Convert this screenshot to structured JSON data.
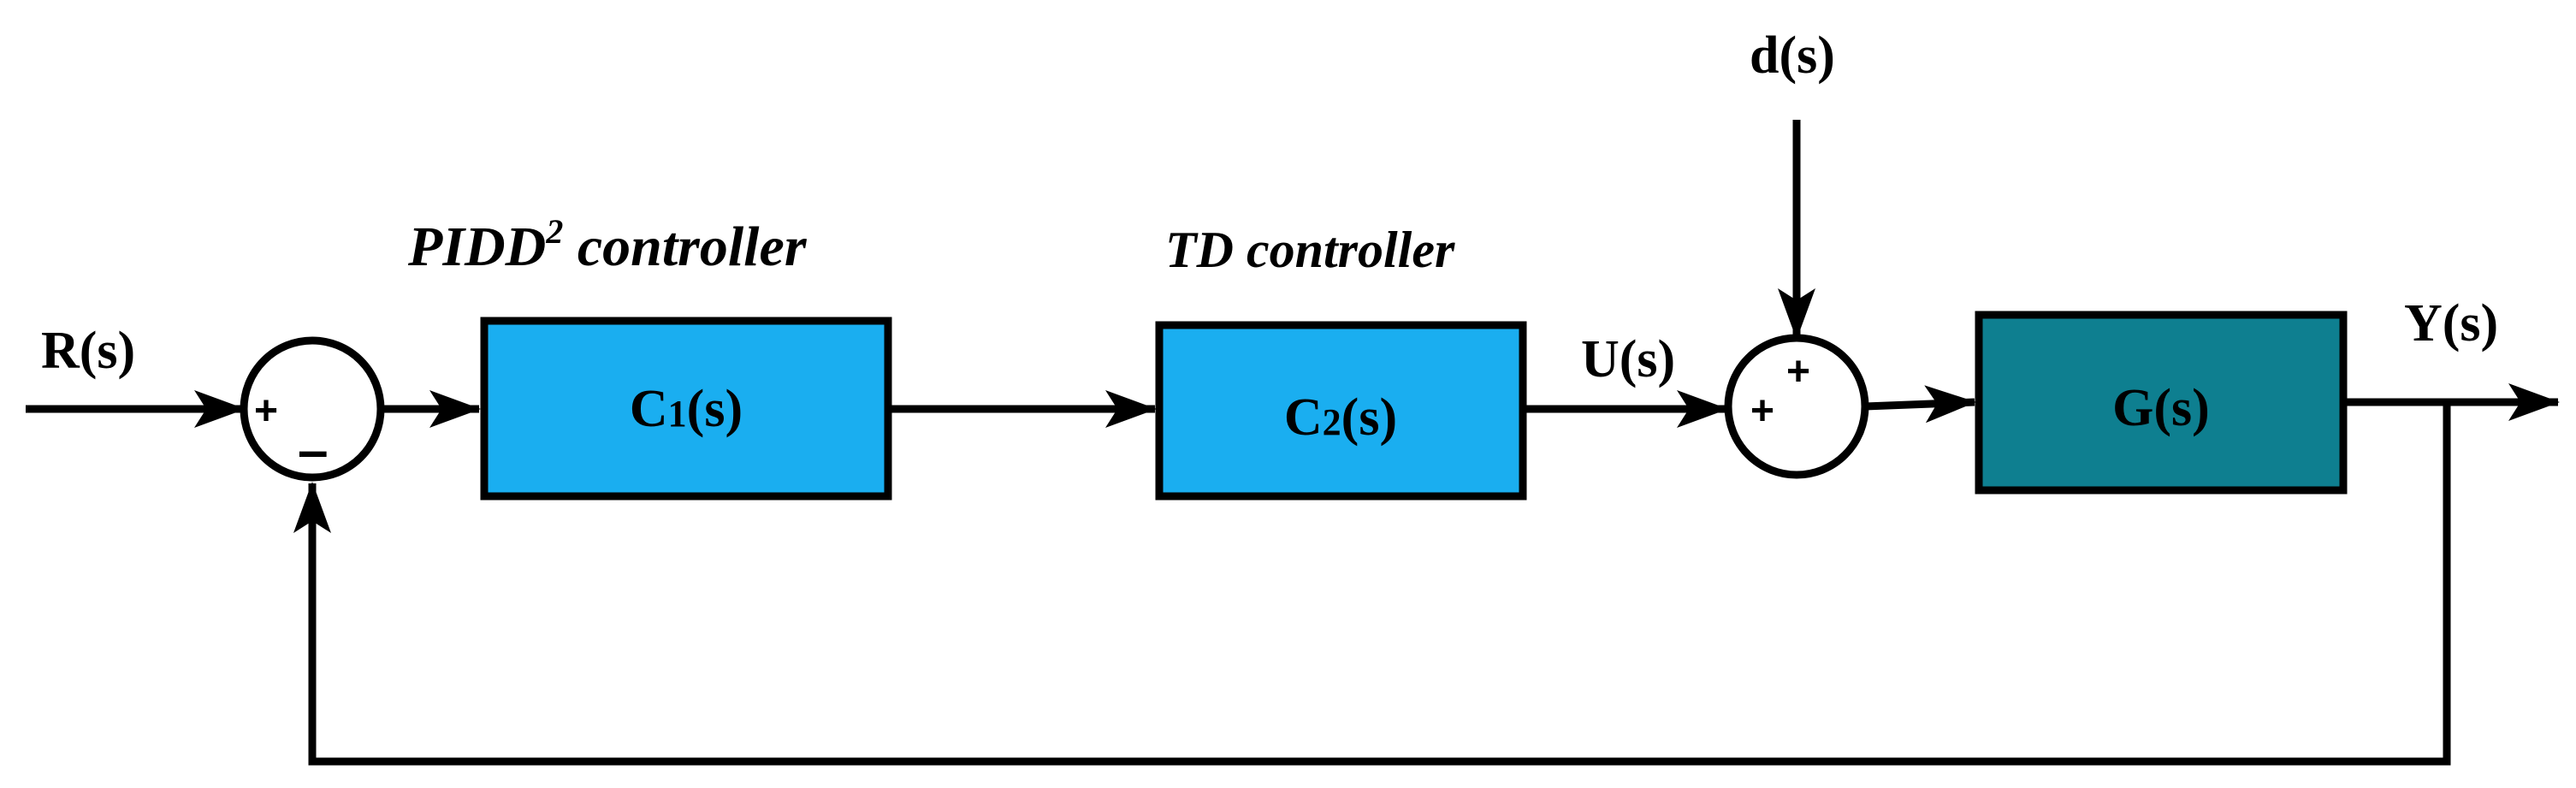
{
  "signals": {
    "reference": "R(s)",
    "disturbance": "d(s)",
    "control": "U(s)",
    "output": "Y(s)"
  },
  "blocks": {
    "c1": {
      "main": "C",
      "sub": "1",
      "arg": "(s)",
      "caption_main": "PIDD",
      "caption_sup": "2",
      "caption_rest": " controller"
    },
    "c2": {
      "main": "C",
      "sub": "2",
      "arg": "(s)",
      "caption": "TD controller"
    },
    "plant": {
      "label": "G(s)"
    }
  },
  "junctions": {
    "sum1": {
      "top_sign": "+",
      "bottom_sign": "–"
    },
    "sum2": {
      "left_sign": "+",
      "top_sign": "+"
    }
  },
  "colors": {
    "controller_fill": "#1aaef0",
    "plant_fill": "#0e7f90",
    "line": "#000000"
  }
}
